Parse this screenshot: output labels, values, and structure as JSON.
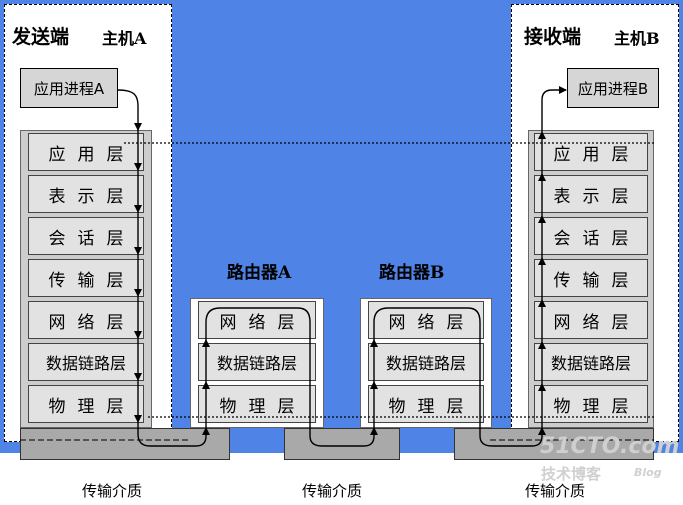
{
  "sender": {
    "role": "发送端",
    "host": "主机A",
    "process": "应用进程A"
  },
  "receiver": {
    "role": "接收端",
    "host": "主机B",
    "process": "应用进程B"
  },
  "host_layers": [
    "应用层",
    "表示层",
    "会话层",
    "传输层",
    "网络层",
    "数据链路层",
    "物理层"
  ],
  "router_a": {
    "name": "路由器A",
    "layers": [
      "网络层",
      "数据链路层",
      "物理层"
    ]
  },
  "router_b": {
    "name": "路由器B",
    "layers": [
      "网络层",
      "数据链路层",
      "物理层"
    ]
  },
  "media": [
    "传输介质",
    "传输介质",
    "传输介质"
  ],
  "watermark": {
    "site": "51CTO.com",
    "subtitle": "技术博客",
    "blog": "Blog"
  },
  "colors": {
    "background": "#4f84e6",
    "layer_fill": "#e2e2e2",
    "medium_fill": "#a9a9a9"
  }
}
